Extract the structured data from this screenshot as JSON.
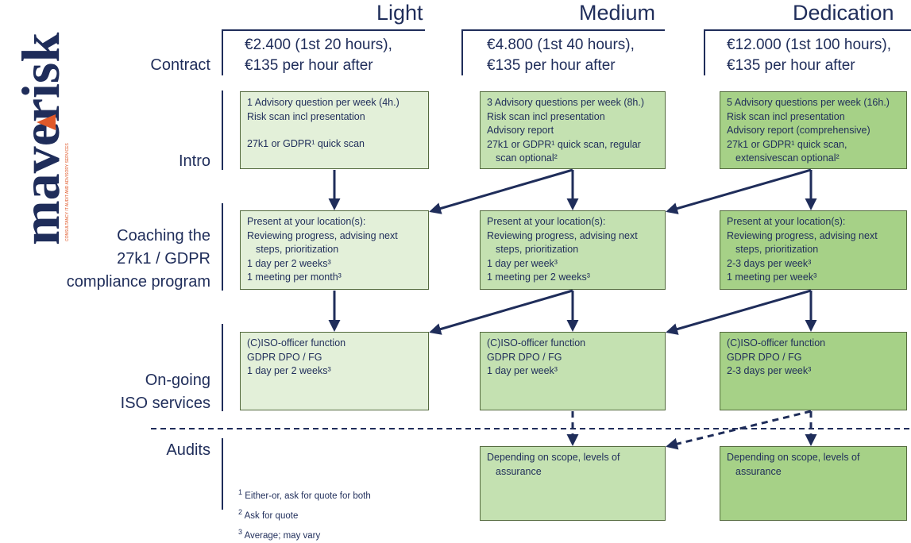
{
  "logo": {
    "text": "maverisk",
    "tagline": "CONSULTANCY IT AUDIT AND ADVISORY SERVICES"
  },
  "tiers": [
    {
      "name": "Light",
      "price_line1": "€2.400 (1st 20 hours),",
      "price_line2": "€135 per hour after"
    },
    {
      "name": "Medium",
      "price_line1": "€4.800 (1st 40 hours),",
      "price_line2": "€135 per hour after"
    },
    {
      "name": "Dedication",
      "price_line1": "€12.000 (1st 100 hours),",
      "price_line2": "€135 per hour after"
    }
  ],
  "rows": {
    "contract": "Contract",
    "intro": "Intro",
    "coaching": [
      "Coaching the",
      "27k1 / GDPR",
      "compliance program"
    ],
    "ongoing": [
      "On-going",
      "ISO services"
    ],
    "audits": "Audits"
  },
  "intro": {
    "light": [
      "1 Advisory question per week (4h.)",
      "Risk scan incl presentation",
      "",
      "27k1 or GDPR¹ quick scan"
    ],
    "medium": [
      "3 Advisory questions per week (8h.)",
      "Risk scan incl presentation",
      "Advisory report",
      "27k1 or GDPR¹ quick scan, regular",
      "scan optional²"
    ],
    "dedication": [
      "5 Advisory questions per week (16h.)",
      "Risk scan incl presentation",
      "Advisory report (comprehensive)",
      "27k1 or GDPR¹ quick scan,",
      "extensivescan optional²"
    ]
  },
  "coaching": {
    "light": [
      "Present at your location(s):",
      "Reviewing progress, advising next",
      "steps, prioritization",
      "1 day per 2 weeks³",
      "1 meeting per month³"
    ],
    "medium": [
      "Present at your location(s):",
      "Reviewing progress, advising next",
      "steps, prioritization",
      "1 day per week³",
      "1 meeting per 2 weeks³"
    ],
    "dedication": [
      "Present at your location(s):",
      "Reviewing progress, advising next",
      "steps, prioritization",
      "2-3 days per week³",
      "1 meeting per week³"
    ]
  },
  "ongoing": {
    "light": [
      "(C)ISO-officer function",
      "GDPR DPO / FG",
      "1 day per 2 weeks³"
    ],
    "medium": [
      "(C)ISO-officer function",
      "GDPR DPO / FG",
      "1 day per week³"
    ],
    "dedication": [
      "(C)ISO-officer function",
      "GDPR DPO / FG",
      "2-3 days per week³"
    ]
  },
  "audits": {
    "medium": [
      "Depending on scope, levels of",
      "assurance"
    ],
    "dedication": [
      "Depending on scope, levels of",
      "assurance"
    ]
  },
  "footnotes": [
    {
      "mark": "1",
      "text": "Either-or, ask for quote for both"
    },
    {
      "mark": "2",
      "text": "Ask for quote"
    },
    {
      "mark": "3",
      "text": "Average; may vary"
    }
  ],
  "colors": {
    "navy": "#1f2d5a",
    "light": "#e3f0d9",
    "medium": "#c4e1b1",
    "dedication": "#a6d187",
    "logo_orange": "#e0592a"
  }
}
